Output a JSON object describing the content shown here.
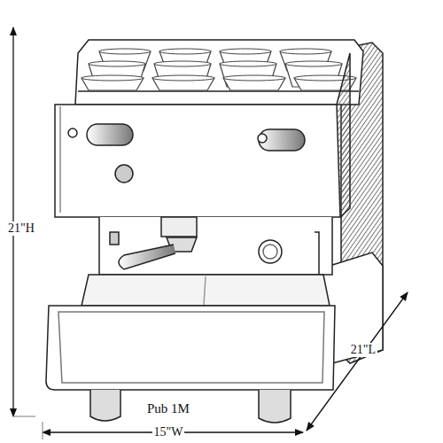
{
  "diagram": {
    "labels": [
      "21\"H",
      "15\"W",
      "21\"L",
      "Pub 1M"
    ]
  }
}
